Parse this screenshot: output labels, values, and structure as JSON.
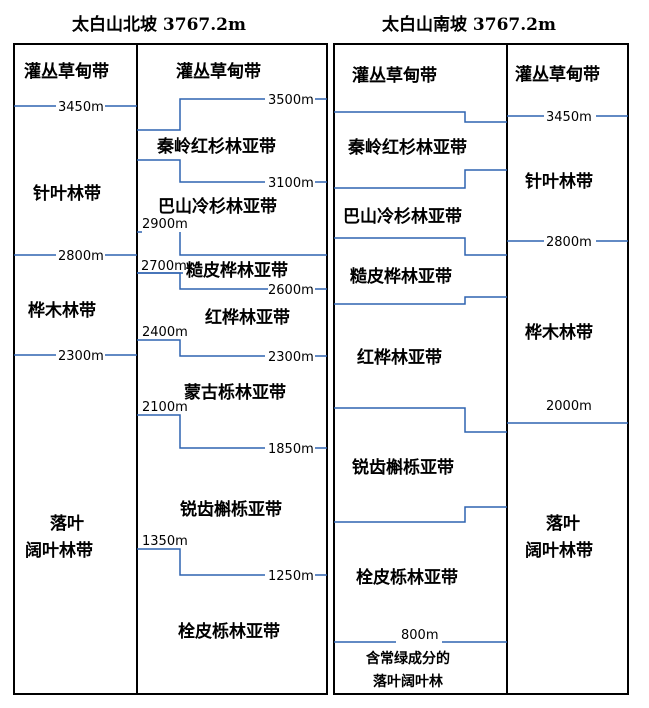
{
  "titles": {
    "north": "太白山北坡 3767.2m",
    "south": "太白山南坡 3767.2m"
  },
  "north": {
    "belts": {
      "shrub": "灌丛草甸带",
      "conifer": "针叶林带",
      "birch": "桦木林带",
      "broadleaf_1": "落叶",
      "broadleaf_2": "阔叶林带"
    },
    "belt_boundaries": [
      "3450m",
      "2800m",
      "2300m"
    ],
    "subbelts": {
      "shrub": "灌丛草甸带",
      "larch": "秦岭红杉林亚带",
      "fir": "巴山冷杉林亚带",
      "rough_birch": "糙皮桦林亚带",
      "red_birch": "红桦林亚带",
      "mongolian_oak": "蒙古栎林亚带",
      "sharp_oak": "锐齿槲栎亚带",
      "cork_oak": "栓皮栎林亚带"
    },
    "sub_boundaries": {
      "b1": "3500m",
      "b2": "3100m",
      "b3": "2900m",
      "b4": "2700m",
      "b5": "2600m",
      "b6": "2400m",
      "b7": "2300m",
      "b8": "2100m",
      "b9": "1850m",
      "b10": "1350m",
      "b11": "1250m"
    }
  },
  "south": {
    "subbelts": {
      "shrub": "灌丛草甸带",
      "larch": "秦岭红杉林亚带",
      "fir": "巴山冷杉林亚带",
      "rough_birch": "糙皮桦林亚带",
      "red_birch": "红桦林亚带",
      "sharp_oak": "锐齿槲栎亚带",
      "cork_oak": "栓皮栎林亚带",
      "mixed_1": "含常绿成分的",
      "mixed_2": "落叶阔叶林"
    },
    "sub_boundaries": {
      "b1": "800m"
    },
    "belts": {
      "shrub": "灌丛草甸带",
      "conifer": "针叶林带",
      "birch": "桦木林带",
      "broadleaf_1": "落叶",
      "broadleaf_2": "阔叶林带"
    },
    "belt_boundaries": [
      "3450m",
      "2800m",
      "2000m"
    ]
  }
}
